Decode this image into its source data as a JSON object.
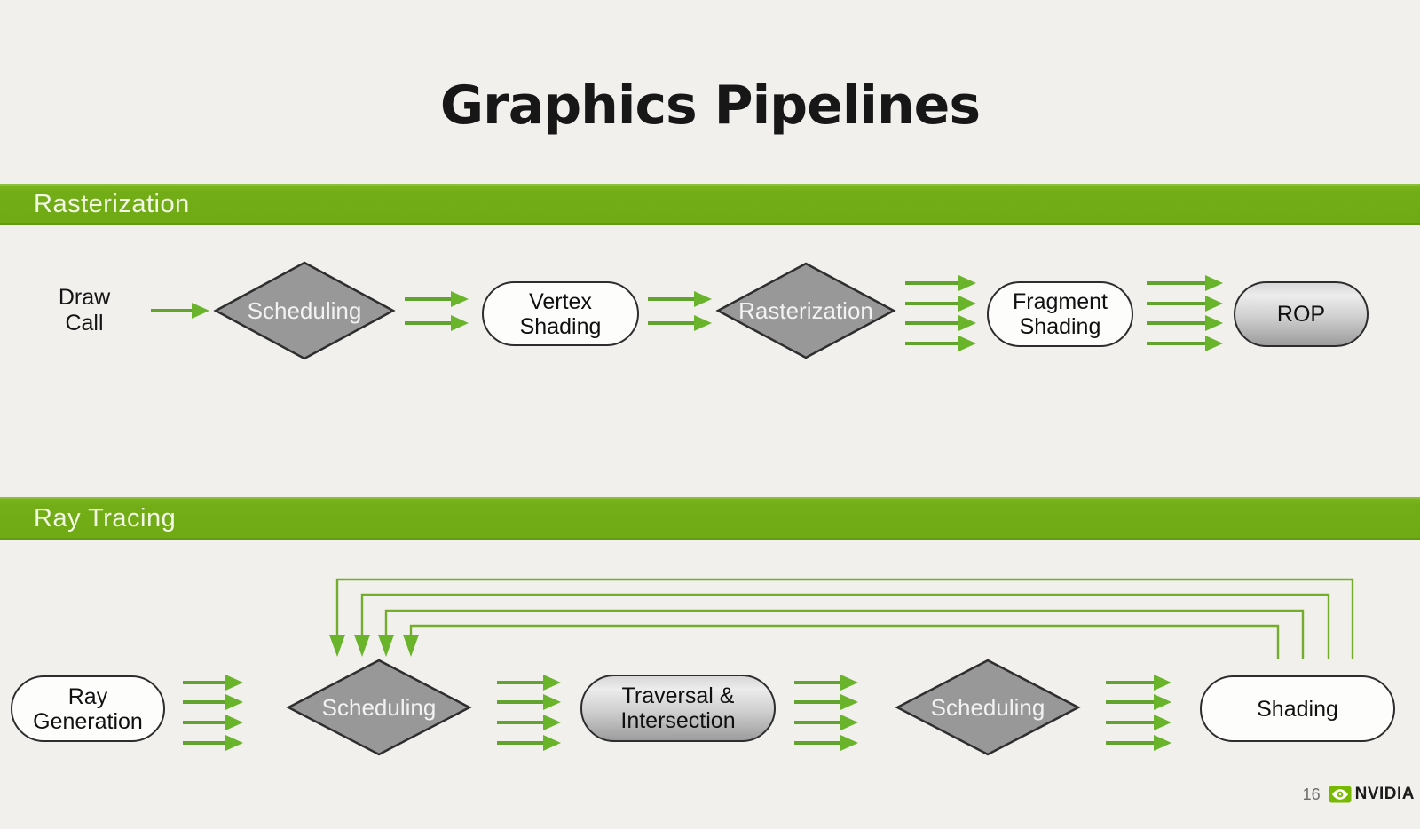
{
  "title": "Graphics Pipelines",
  "rasterization": {
    "section_label": "Rasterization",
    "input_label": "Draw\nCall",
    "stage_scheduling": "Scheduling",
    "stage_vertex_shading": "Vertex\nShading",
    "stage_rasterization": "Rasterization",
    "stage_fragment_shading": "Fragment\nShading",
    "stage_rop": "ROP",
    "arrow_group_counts": [
      1,
      2,
      2,
      4,
      4
    ]
  },
  "ray_tracing": {
    "section_label": "Ray Tracing",
    "stage_ray_generation": "Ray\nGeneration",
    "stage_scheduling_1": "Scheduling",
    "stage_traversal_intersection": "Traversal &\nIntersection",
    "stage_scheduling_2": "Scheduling",
    "stage_shading": "Shading",
    "arrow_group_counts": [
      4,
      4,
      4,
      4
    ],
    "feedback_loop_count": 4
  },
  "footer": {
    "page_number": "16",
    "brand": "NVIDIA"
  },
  "colors": {
    "banner_green": "#72ad17",
    "arrow_green": "#69b42a",
    "loop_green": "#74ad2c",
    "diamond_gray": "#989898",
    "background": "#f1f0ed",
    "nvidia_logo_green": "#76b900"
  }
}
